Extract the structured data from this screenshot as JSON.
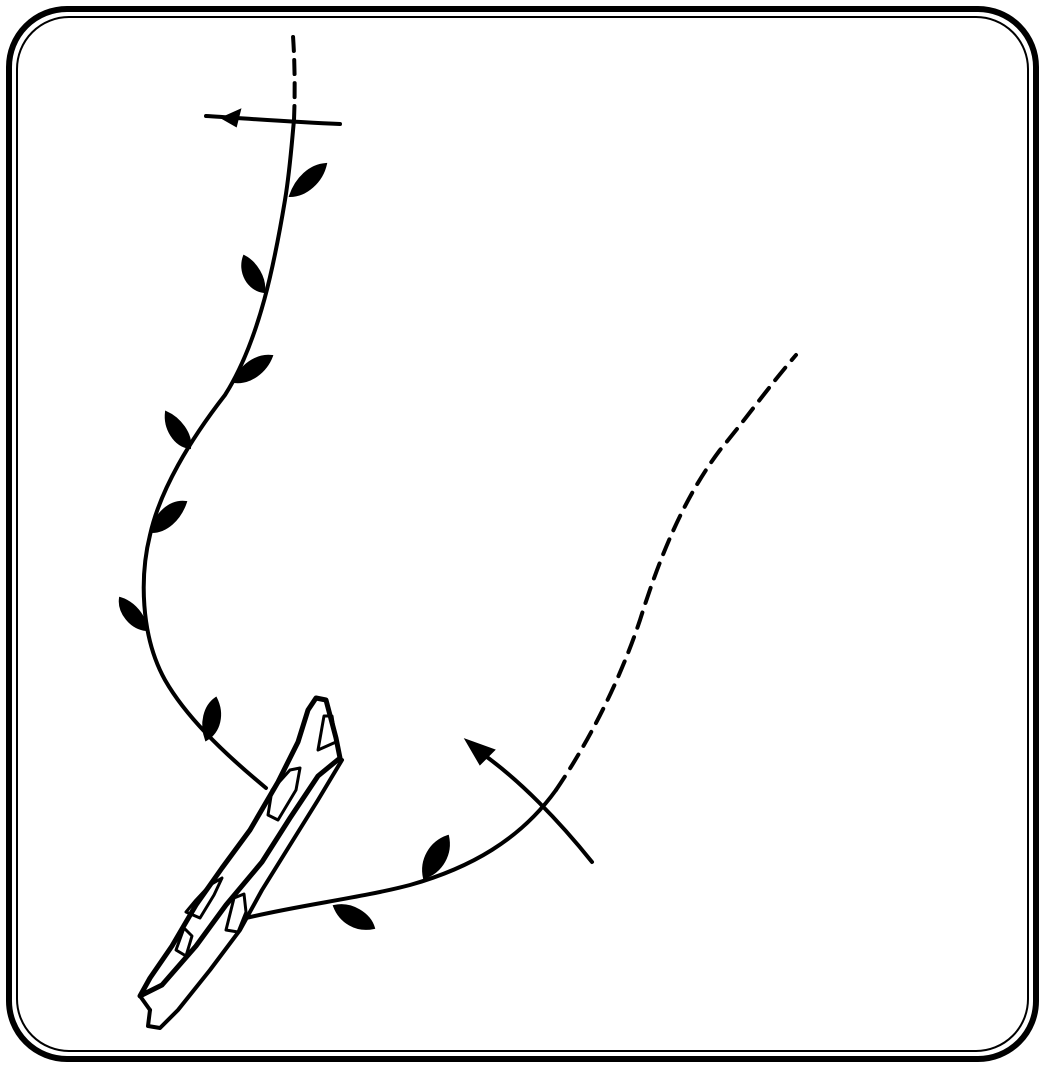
{
  "figure": {
    "description_free": true,
    "colors": {
      "ink": "#000000",
      "background": "#ffffff"
    },
    "elements": {
      "frame": "rounded-double-border",
      "left_shoot": "shoot-with-buds",
      "right_shoot": "shoot-with-buds",
      "left_cut_mark": "pruning-cut-line",
      "right_cut_mark": "pruning-cut-line",
      "old_wood": "spur-stub"
    }
  }
}
